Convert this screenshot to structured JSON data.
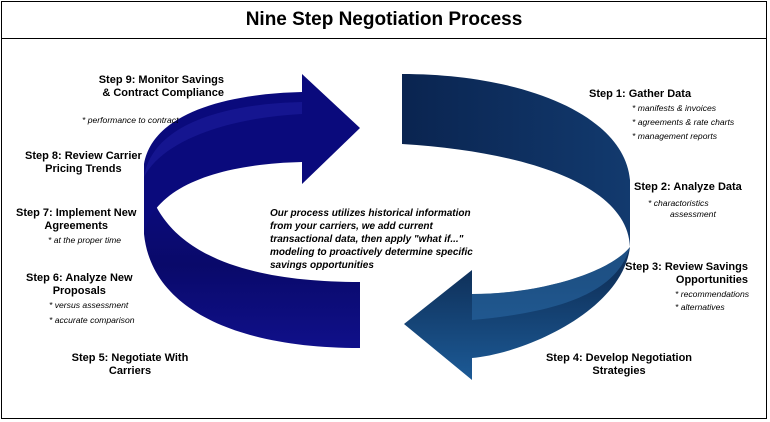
{
  "title": "Nine Step Negotiation Process",
  "colors": {
    "left_arrow": "#0a0b78",
    "right_arrow_top": "#0d2a57",
    "right_arrow_bottom": "#174f8d",
    "frame": "#000000"
  },
  "center_text": "Our process utilizes historical information from your carriers, we add current transactional data, then apply \"what if...\" modeling to proactively determine specific savings opportunities",
  "steps": {
    "s1": {
      "label": "Step 1: Gather Data",
      "notes": [
        "* manifests & invoices",
        "* agreements & rate charts",
        "* management reports"
      ]
    },
    "s2": {
      "label": "Step 2: Analyze Data",
      "notes": [
        "* charactoristics",
        "assessment"
      ]
    },
    "s3": {
      "line1": "Step 3: Review Savings",
      "line2": "Opportunities",
      "notes": [
        "* recommendations",
        "* alternatives"
      ]
    },
    "s4": {
      "line1": "Step 4: Develop Negotiation",
      "line2": "Strategies"
    },
    "s5": {
      "line1": "Step 5: Negotiate With",
      "line2": "Carriers"
    },
    "s6": {
      "line1": "Step 6: Analyze New",
      "line2": "Proposals",
      "notes": [
        "* versus assessment",
        "* accurate comparison"
      ]
    },
    "s7": {
      "line1": "Step 7: Implement New",
      "line2": "Agreements",
      "notes": [
        "* at the proper time"
      ]
    },
    "s8": {
      "line1": "Step 8: Review Carrier",
      "line2": "Pricing Trends"
    },
    "s9": {
      "line1": "Step 9: Monitor Savings",
      "line2": "& Contract Compliance",
      "notes": [
        "* performance to contract"
      ]
    }
  }
}
